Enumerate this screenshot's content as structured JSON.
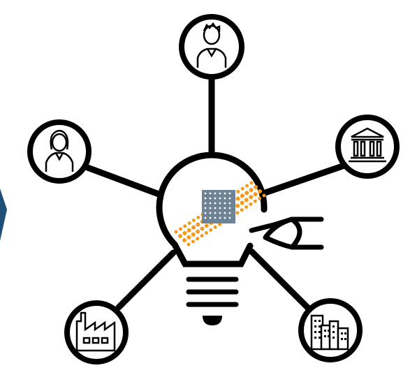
{
  "diagram": {
    "center": {
      "icon": "lightbulb-icon",
      "badge_icon": "halftone-logo-icon"
    },
    "attachment_icon": "plug-connector-icon",
    "nodes": [
      {
        "id": "person-man",
        "icon": "man-icon"
      },
      {
        "id": "person-woman",
        "icon": "woman-icon"
      },
      {
        "id": "institution",
        "icon": "bank-building-icon"
      },
      {
        "id": "industry",
        "icon": "factory-icon"
      },
      {
        "id": "city",
        "icon": "city-buildings-icon"
      }
    ]
  },
  "colors": {
    "stroke": "#000000",
    "accent_orange": "#f39a1f",
    "accent_slate": "#6e8395",
    "edge_blue": "#1f4e79",
    "background": "#ffffff"
  }
}
